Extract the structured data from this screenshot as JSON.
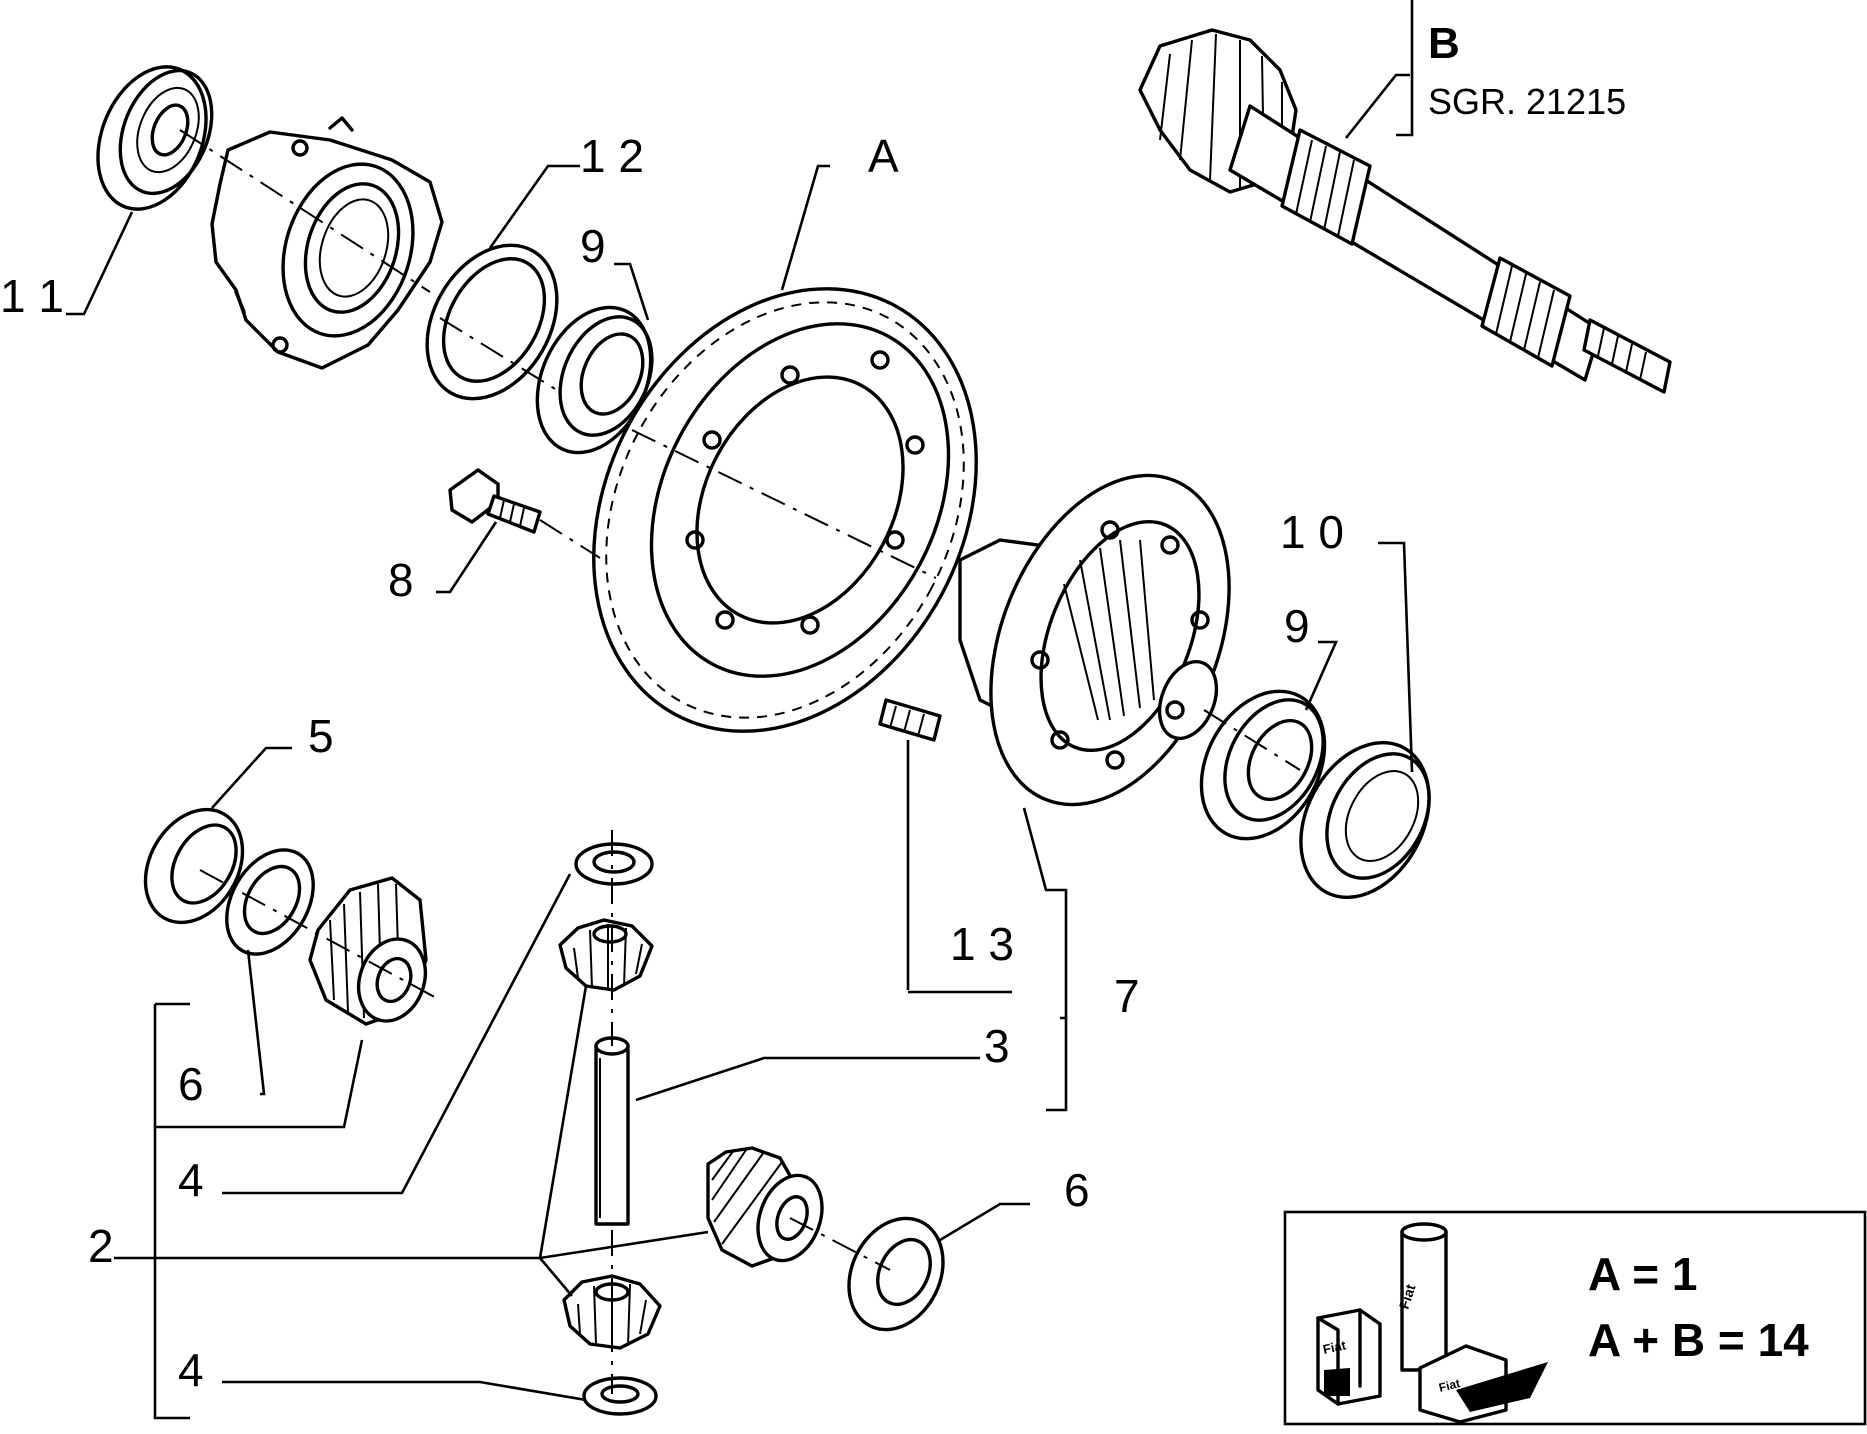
{
  "diagram": {
    "callouts": [
      {
        "id": "c11",
        "text": "1 1"
      },
      {
        "id": "c12",
        "text": "1 2"
      },
      {
        "id": "cA",
        "text": "A"
      },
      {
        "id": "c9a",
        "text": "9"
      },
      {
        "id": "c8",
        "text": "8"
      },
      {
        "id": "c10",
        "text": "1 0"
      },
      {
        "id": "c9b",
        "text": "9"
      },
      {
        "id": "c5",
        "text": "5"
      },
      {
        "id": "c13",
        "text": "1 3"
      },
      {
        "id": "c7",
        "text": "7"
      },
      {
        "id": "c6a",
        "text": "6"
      },
      {
        "id": "c3",
        "text": "3"
      },
      {
        "id": "c4a",
        "text": "4"
      },
      {
        "id": "c2",
        "text": "2"
      },
      {
        "id": "c6b",
        "text": "6"
      },
      {
        "id": "c4b",
        "text": "4"
      }
    ],
    "ref_box": {
      "letter": "B",
      "code": "SGR. 21215"
    },
    "legend": {
      "line1": "A = 1",
      "line2": "A + B = 14",
      "carton_text": "Fiat"
    }
  }
}
